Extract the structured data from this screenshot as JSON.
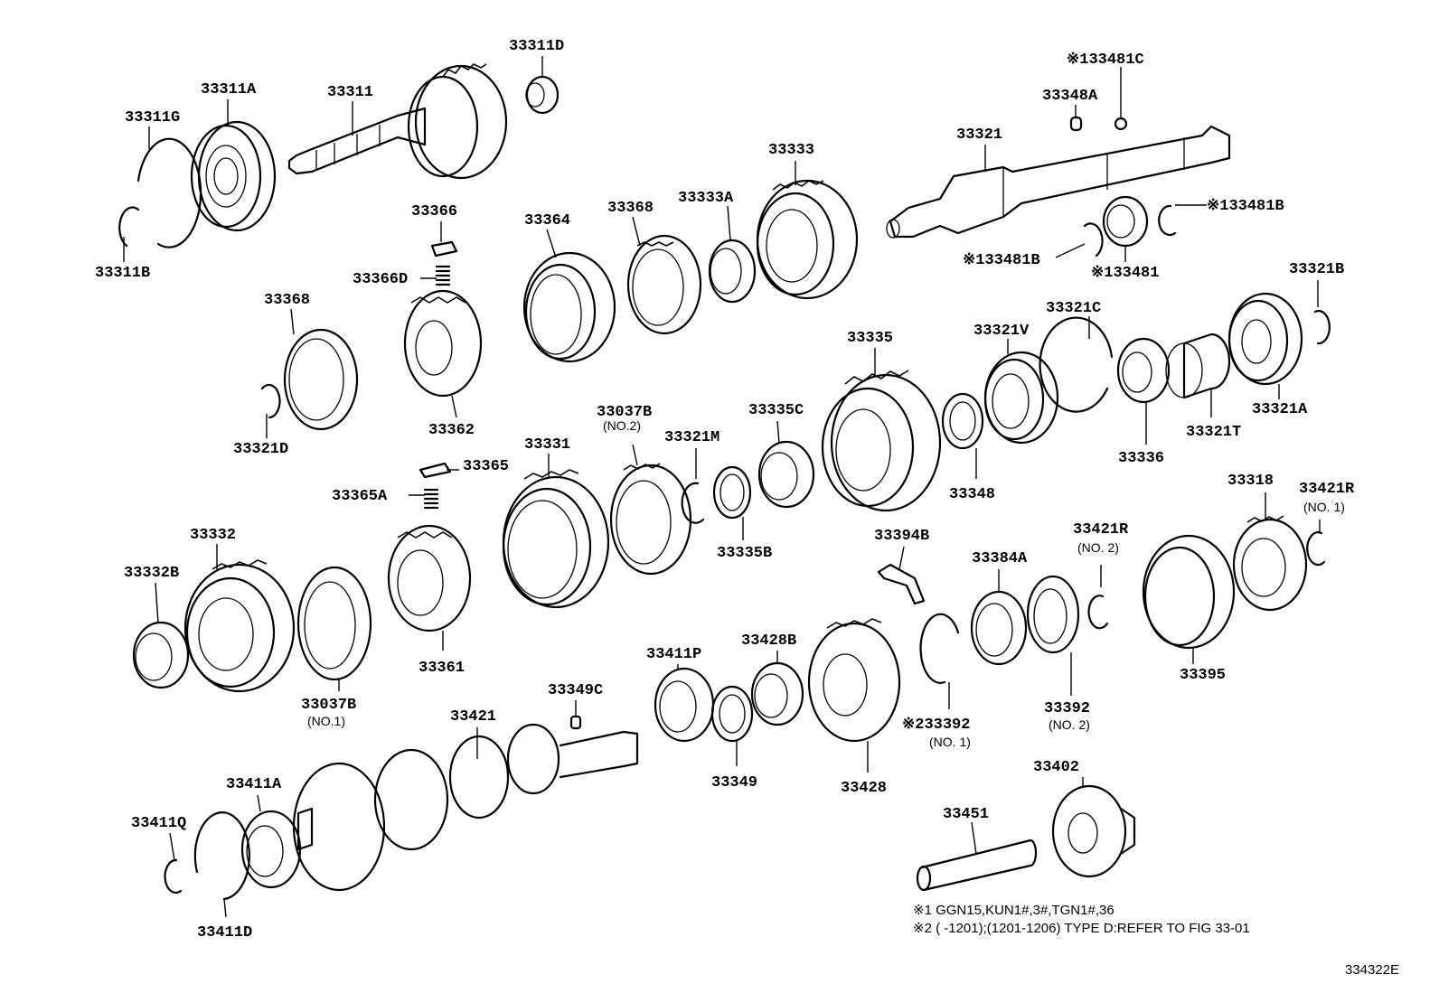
{
  "labels": {
    "p33311D": "33311D",
    "p33311A": "33311A",
    "p33311": "33311",
    "p33311G": "33311G",
    "p33311B": "33311B",
    "p133481C": "※133481C",
    "p33348A": "33348A",
    "p33321": "33321",
    "p133481B_r": "※133481B",
    "p133481B_l": "※133481B",
    "p133481": "※133481",
    "p33366": "33366",
    "p33366D": "33366D",
    "p33364": "33364",
    "p33368_top": "33368",
    "p33333A": "33333A",
    "p33333": "33333",
    "p33368_left": "33368",
    "p33362": "33362",
    "p33321D": "33321D",
    "p33321B": "33321B",
    "p33321C": "33321C",
    "p33321V": "33321V",
    "p33335": "33335",
    "p33336": "33336",
    "p33321T": "33321T",
    "p33321A": "33321A",
    "p33348": "33348",
    "p33331": "33331",
    "p33037B_2": "33037B",
    "p33321M": "33321M",
    "p33335C": "33335C",
    "p33335B": "33335B",
    "p33365": "33365",
    "p33365A": "33365A",
    "p33332": "33332",
    "p33332B": "33332B",
    "p33037B_1": "33037B",
    "p33361": "33361",
    "p33394B": "33394B",
    "p33384A": "33384A",
    "p33421R_2": "33421R",
    "p33318": "33318",
    "p33421R_1": "33421R",
    "p33395": "33395",
    "p33392": "33392",
    "p233392": "※233392",
    "p33411P": "33411P",
    "p33428B": "33428B",
    "p33349C": "33349C",
    "p33421": "33421",
    "p33349": "33349",
    "p33428": "33428",
    "p33411A": "33411A",
    "p33411Q": "33411Q",
    "p33411D": "33411D",
    "p33402": "33402",
    "p33451": "33451"
  },
  "sublabels": {
    "no2_33037B": "(NO.2)",
    "no1_33037B": "(NO.1)",
    "no2_33421R": "(NO. 2)",
    "no1_33421R": "(NO. 1)",
    "no2_33392": "(NO. 2)",
    "no1_233392": "(NO. 1)"
  },
  "notes": {
    "note1": "※1 GGN15,KUN1#,3#,TGN1#,36",
    "note2": "※2 (        -1201);(1201-1206) TYPE D:REFER TO FIG 33-01"
  },
  "figure_id": "334322E"
}
